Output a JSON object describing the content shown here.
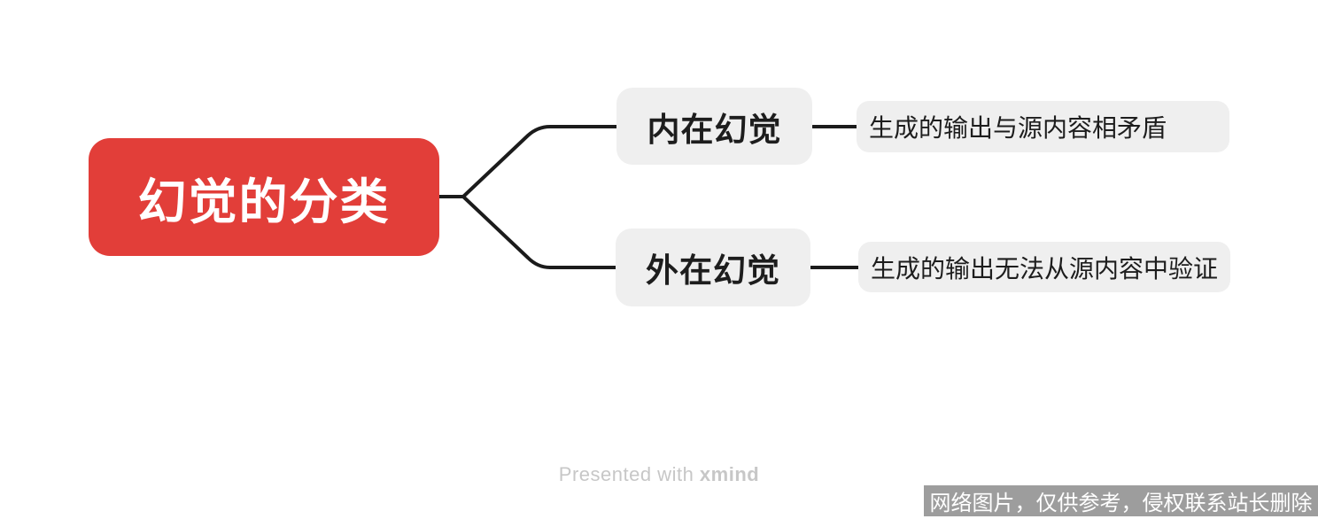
{
  "canvas": {
    "background": "#FFFFFF"
  },
  "mindmap": {
    "root": {
      "label": "幻觉的分类",
      "bg_color": "#E23E39",
      "text_color": "#FFFFFF"
    },
    "branches": [
      {
        "label": "内在幻觉",
        "detail": "生成的输出与源内容相矛盾"
      },
      {
        "label": "外在幻觉",
        "detail": "生成的输出无法从源内容中验证"
      }
    ],
    "node_bg_color": "#EFEFEF",
    "node_text_color": "#1D1D1D",
    "connector_color": "#1B1B1B"
  },
  "footer": {
    "presented_prefix": "Presented with ",
    "presented_brand": "xmind"
  },
  "watermark": {
    "text": "网络图片，仅供参考，侵权联系站长删除",
    "bg_color": "#9D9D9D",
    "text_color": "#FFFFFF"
  }
}
